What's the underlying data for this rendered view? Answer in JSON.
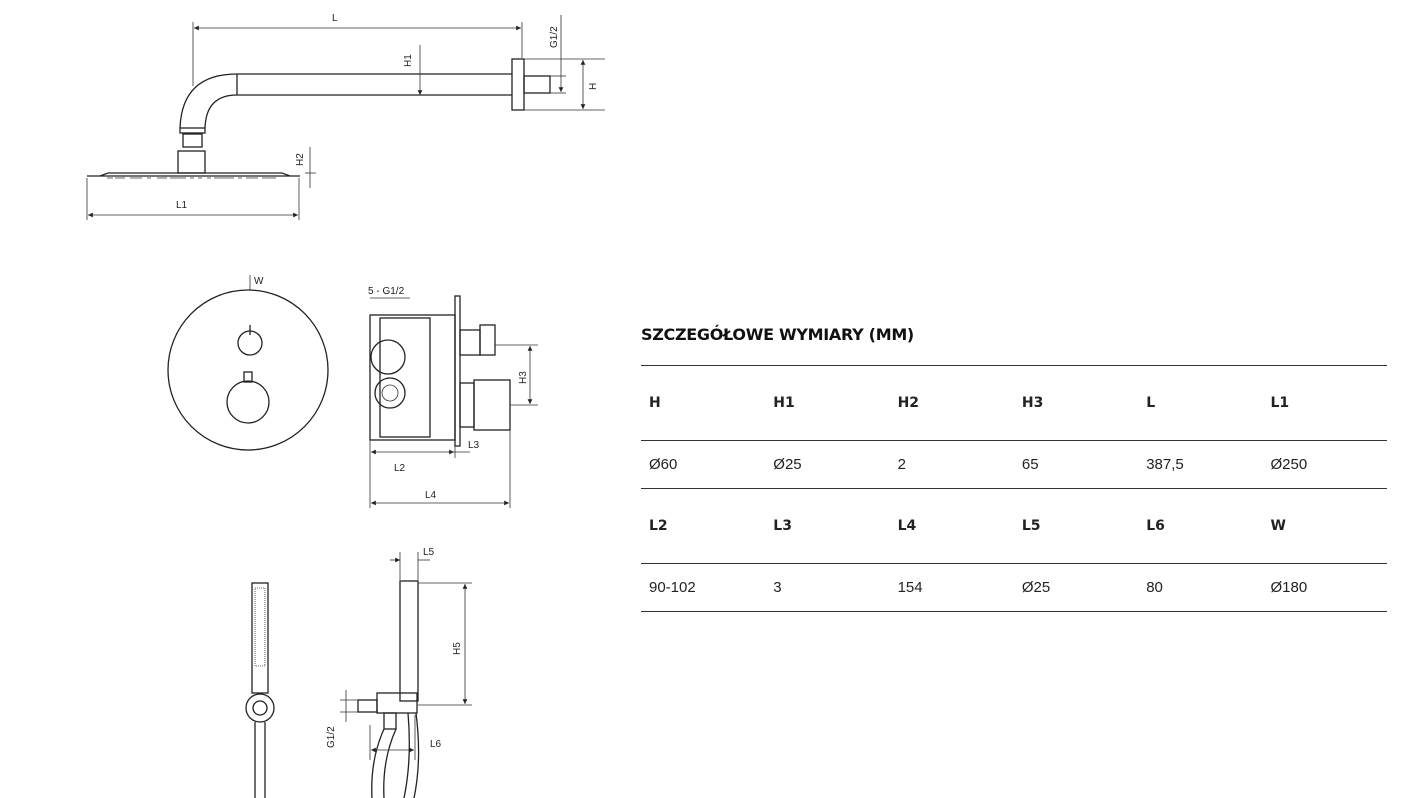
{
  "drawing": {
    "shower_head": {
      "L": "L",
      "H1": "H1",
      "G": "G1/2",
      "H": "H",
      "H2": "H2",
      "L1": "L1"
    },
    "mixer": {
      "W": "W",
      "G": "5 - G1/2",
      "H3": "H3",
      "L3": "L3",
      "L2": "L2",
      "L4": "L4"
    },
    "hand_shower": {
      "L5": "L5",
      "H5": "H5",
      "G": "G1/2",
      "L6": "L6"
    }
  },
  "table": {
    "title": "SZCZEGÓŁOWE WYMIARY (MM)",
    "rows": [
      {
        "headers": [
          "H",
          "H1",
          "H2",
          "H3",
          "L",
          "L1"
        ],
        "values": [
          "Ø60",
          "Ø25",
          "2",
          "65",
          "387,5",
          "Ø250"
        ]
      },
      {
        "headers": [
          "L2",
          "L3",
          "L4",
          "L5",
          "L6",
          "W"
        ],
        "values": [
          "90-102",
          "3",
          "154",
          "Ø25",
          "80",
          "Ø180"
        ]
      }
    ]
  }
}
